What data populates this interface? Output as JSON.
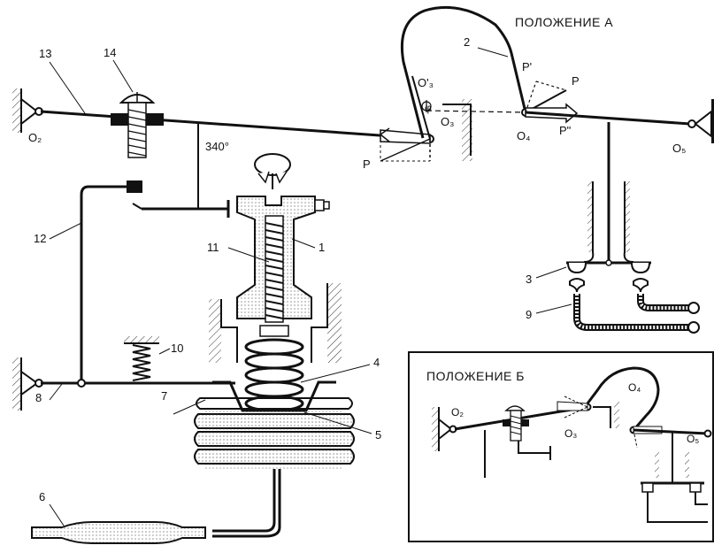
{
  "title_a": "ПОЛОЖЕНИЕ А",
  "title_b": "ПОЛОЖЕНИЕ Б",
  "angle_label": "340°",
  "points": {
    "o2": "O₂",
    "o3": "O₃",
    "o3_prime": "O'₃",
    "o4": "O₄",
    "o5": "O₅",
    "phi": "φ"
  },
  "forces": {
    "p_left": "P",
    "p_right": "P",
    "p_prime": "P'",
    "p_double_prime": "P\""
  },
  "inset": {
    "o2": "O₂",
    "o3": "O₃",
    "o4": "O₄",
    "o5": "O₅"
  },
  "callouts": [
    "1",
    "2",
    "3",
    "4",
    "5",
    "6",
    "7",
    "8",
    "9",
    "10",
    "11",
    "12",
    "13",
    "14"
  ]
}
